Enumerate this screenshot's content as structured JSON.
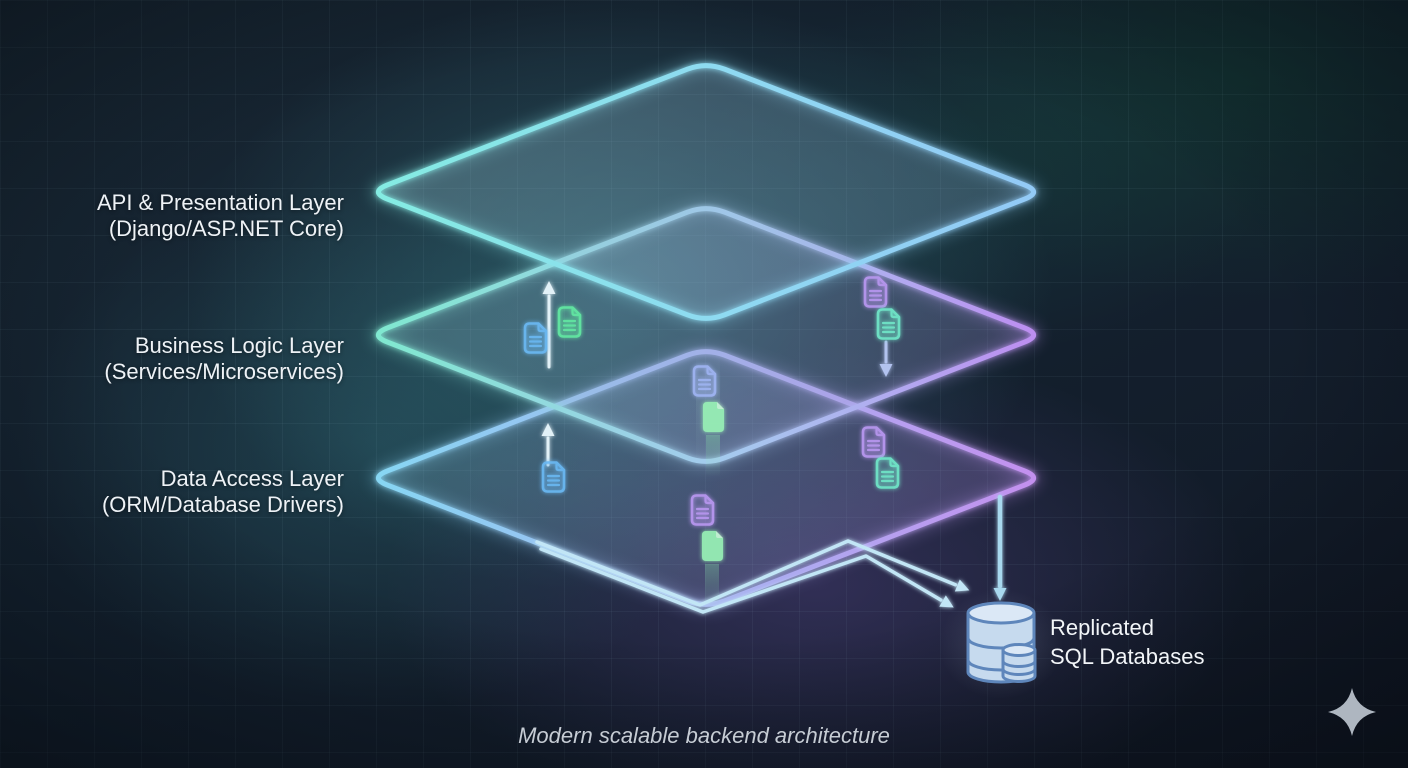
{
  "layers": [
    {
      "name": "api-presentation",
      "label_line1": "API & Presentation Layer",
      "label_line2": "(Django/ASP.NET Core)",
      "edge_color_left": "#84ece2",
      "edge_color_mid": "#8fd9f2",
      "edge_color_right": "#93c9f6",
      "fill_color_left": "rgba(151,203,214,0.32)",
      "fill_color_right": "rgba(144,176,216,0.24)"
    },
    {
      "name": "business-logic",
      "label_line1": "Business Logic Layer",
      "label_line2": "(Services/Microservices)",
      "edge_color_left": "#7fe9cf",
      "edge_color_mid": "#a6c8ef",
      "edge_color_right": "#bd8cf0",
      "fill_color_left": "rgba(140,198,206,0.27)",
      "fill_color_right": "rgba(160,140,216,0.27)"
    },
    {
      "name": "data-access",
      "label_line1": "Data Access Layer",
      "label_line2": "(ORM/Database Drivers)",
      "edge_color_left": "#86d7f3",
      "edge_color_mid": "#a9b0f0",
      "edge_color_right": "#c48fef",
      "fill_color_left": "rgba(130,186,208,0.25)",
      "fill_color_right": "rgba(165,135,220,0.28)"
    }
  ],
  "database": {
    "label_line1": "Replicated",
    "label_line2": "SQL Databases",
    "body_color": "#c6daee",
    "top_color": "#dbe8f6",
    "outline_color": "#5e86bb"
  },
  "caption": "Modern scalable backend architecture",
  "colors": {
    "doc_blue": "#6ab8f2",
    "doc_green": "#62e8a2",
    "doc_teal": "#70e6c8",
    "doc_purple": "#b897f0",
    "doc_periwinkle": "#9fb4f2",
    "doc_solid_green": "#97efb5",
    "arrow_white": "#e2f1f7",
    "arrow_periwinkle": "#b3c3ef",
    "arrow_blue_light": "#c2e6f6",
    "arrow_blue": "#a8d8ee"
  },
  "floating_documents": [
    {
      "name": "doc-upper-left-blue",
      "style": "outline",
      "color": "doc_blue"
    },
    {
      "name": "doc-upper-left-green",
      "style": "outline",
      "color": "doc_green"
    },
    {
      "name": "doc-upper-right-purple",
      "style": "outline",
      "color": "doc_purple"
    },
    {
      "name": "doc-upper-right-green",
      "style": "outline",
      "color": "doc_teal"
    },
    {
      "name": "doc-middle-periwinkle",
      "style": "outline",
      "color": "doc_periwinkle"
    },
    {
      "name": "doc-middle-green-solid",
      "style": "solid",
      "color": "doc_solid_green"
    },
    {
      "name": "doc-lower-left-blue",
      "style": "outline",
      "color": "doc_blue"
    },
    {
      "name": "doc-lower-right-purple",
      "style": "outline",
      "color": "doc_purple"
    },
    {
      "name": "doc-lower-right-teal",
      "style": "outline",
      "color": "doc_teal"
    },
    {
      "name": "doc-bottom-purple",
      "style": "outline",
      "color": "doc_purple"
    },
    {
      "name": "doc-bottom-green-solid",
      "style": "solid",
      "color": "doc_solid_green"
    }
  ],
  "arrows": [
    {
      "name": "arrow-up-upper-left",
      "color": "arrow_white"
    },
    {
      "name": "arrow-down-upper-right",
      "color": "arrow_periwinkle"
    },
    {
      "name": "arrow-up-lower-left",
      "color": "arrow_white"
    },
    {
      "name": "arrow-db-vertical",
      "color": "arrow_blue"
    },
    {
      "name": "arrow-db-diagonal-upper",
      "color": "arrow_blue_light"
    },
    {
      "name": "arrow-db-diagonal-lower",
      "color": "arrow_blue_light"
    }
  ],
  "sparkle_icon": {
    "color": "#aeb6c0"
  }
}
